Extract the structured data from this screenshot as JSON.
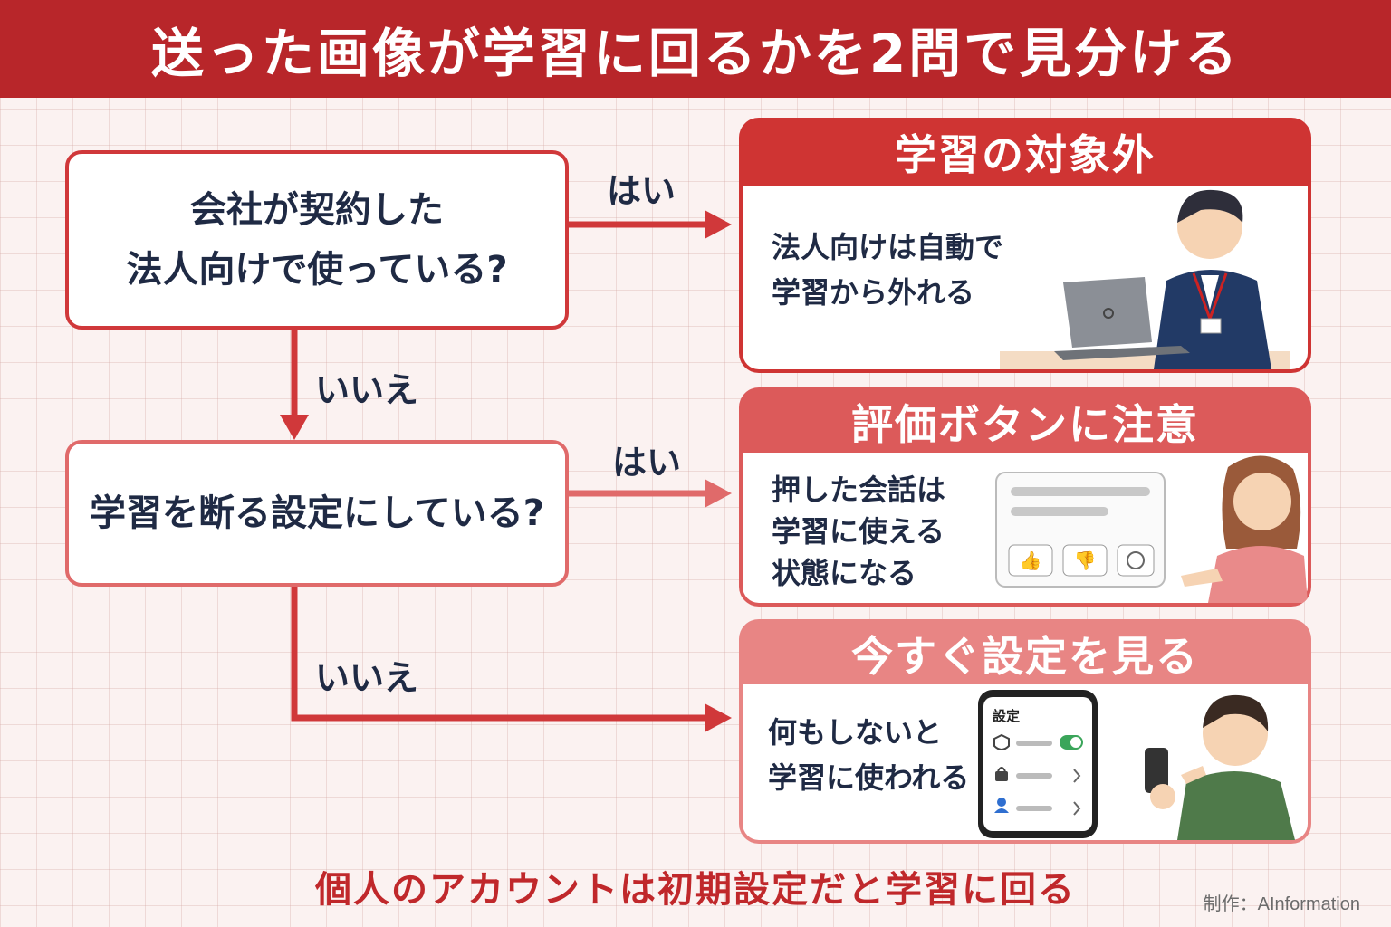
{
  "title": "送った画像が学習に回るかを2問で見分ける",
  "questions": {
    "q1_line1": "会社が契約した",
    "q1_line2": "法人向けで使っている?",
    "q2": "学習を断る設定にしている?"
  },
  "labels": {
    "yes": "はい",
    "no": "いいえ"
  },
  "results": {
    "r1": {
      "title": "学習の対象外",
      "line1": "法人向けは自動で",
      "line2": "学習から外れる"
    },
    "r2": {
      "title": "評価ボタンに注意",
      "line1": "押した会話は",
      "line2": "学習に使える",
      "line3": "状態になる"
    },
    "r3": {
      "title": "今すぐ設定を見る",
      "line1": "何もしないと",
      "line2": "学習に使われる"
    }
  },
  "phone": {
    "settings_label": "設定"
  },
  "footer": "個人のアカウントは初期設定だと学習に回る",
  "credit": "制作：AInformation",
  "colors": {
    "header": "#b8262a",
    "accent": "#d0383a",
    "text": "#1f2a44"
  }
}
